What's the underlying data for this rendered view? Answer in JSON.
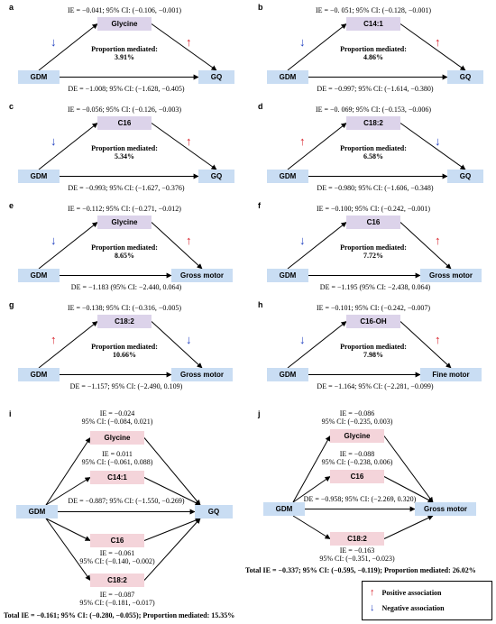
{
  "panels": {
    "a": {
      "letter": "a",
      "ie": "IE = −0.041; 95% CI: (−0.106, −0.001)",
      "mediator": "Glycine",
      "proportion_label": "Proportion mediated:",
      "proportion": "3.91%",
      "exposure": "GDM",
      "outcome": "GQ",
      "de": "DE = −1.008; 95% CI: (−1.628, −0.405)",
      "arrow_left": "↓",
      "arrow_right": "↑"
    },
    "b": {
      "letter": "b",
      "ie": "IE = −0. 051; 95% CI: (−0.128, −0.001)",
      "mediator": "C14:1",
      "proportion_label": "Proportion mediated:",
      "proportion": "4.86%",
      "exposure": "GDM",
      "outcome": "GQ",
      "de": "DE = −0.997; 95% CI: (−1.614, −0.380)",
      "arrow_left": "↓",
      "arrow_right": "↑"
    },
    "c": {
      "letter": "c",
      "ie": "IE = −0.056; 95% CI: (−0.126, −0.003)",
      "mediator": "C16",
      "proportion_label": "Proportion mediated:",
      "proportion": "5.34%",
      "exposure": "GDM",
      "outcome": "GQ",
      "de": "DE = −0.993; 95% CI: (−1.627, −0.376)",
      "arrow_left": "↓",
      "arrow_right": "↑"
    },
    "d": {
      "letter": "d",
      "ie": "IE = −0. 069; 95% CI: (−0.153, −0.006)",
      "mediator": "C18:2",
      "proportion_label": "Proportion mediated:",
      "proportion": "6.58%",
      "exposure": "GDM",
      "outcome": "GQ",
      "de": "DE = −0.980; 95% CI: (−1.606, −0.348)",
      "arrow_left": "↑",
      "arrow_right": "↓"
    },
    "e": {
      "letter": "e",
      "ie": "IE = −0.112; 95% CI: (−0.271, −0.012)",
      "mediator": "Glycine",
      "proportion_label": "Proportion mediated:",
      "proportion": "8.65%",
      "exposure": "GDM",
      "outcome": "Gross motor",
      "de": "DE = −1.183 (95% CI: −2.440, 0.064)",
      "arrow_left": "↓",
      "arrow_right": "↑"
    },
    "f": {
      "letter": "f",
      "ie": "IE = −0.100; 95% CI: (−0.242, −0.001)",
      "mediator": "C16",
      "proportion_label": "Proportion mediated:",
      "proportion": "7.72%",
      "exposure": "GDM",
      "outcome": "Gross motor",
      "de": "DE = −1.195 (95% CI: −2.438, 0.064)",
      "arrow_left": "↓",
      "arrow_right": "↑"
    },
    "g": {
      "letter": "g",
      "ie": "IE = −0.138; 95% CI: (−0.316, −0.005)",
      "mediator": "C18:2",
      "proportion_label": "Proportion mediated:",
      "proportion": "10.66%",
      "exposure": "GDM",
      "outcome": "Gross motor",
      "de": "DE = −1.157; 95% CI: (−2.490, 0.109)",
      "arrow_left": "↑",
      "arrow_right": "↓"
    },
    "h": {
      "letter": "h",
      "ie": "IE = −0.101; 95% CI: (−0.242, −0.007)",
      "mediator": "C16-OH",
      "proportion_label": "Proportion mediated:",
      "proportion": "7.98%",
      "exposure": "GDM",
      "outcome": "Fine motor",
      "de": "DE = −1.164; 95% CI: (−2.281, −0.099)",
      "arrow_left": "↓",
      "arrow_right": "↑"
    }
  },
  "panel_i": {
    "letter": "i",
    "exposure": "GDM",
    "outcome": "GQ",
    "m1": {
      "name": "Glycine",
      "ie1": "IE = −0.024",
      "ie2": "95% CI: (−0.084, 0.021)"
    },
    "m2": {
      "name": "C14:1",
      "ie1": "IE = 0.011",
      "ie2": "95% CI: (−0.061, 0.088)"
    },
    "m3": {
      "name": "C16",
      "ie1": "IE = −0.061",
      "ie2": "95% CI: (−0.140, −0.002)"
    },
    "m4": {
      "name": "C18:2",
      "ie1": "IE = −0.087",
      "ie2": "95% CI: (−0.181, −0.017)"
    },
    "de": "DE = −0.887; 95% CI: (−1.550, −0.269)",
    "total": "Total IE = −0.161; 95% CI: (−0.280, −0.055); Proportion mediated: 15.35%"
  },
  "panel_j": {
    "letter": "j",
    "exposure": "GDM",
    "outcome": "Gross motor",
    "m1": {
      "name": "Glycine",
      "ie1": "IE = −0.086",
      "ie2": "95% CI: (−0.235, 0.003)"
    },
    "m2": {
      "name": "C16",
      "ie1": "IE = −0.088",
      "ie2": "95% CI: (−0.238, 0.006)"
    },
    "m3": {
      "name": "C18:2",
      "ie1": "IE = −0.163",
      "ie2": "95% CI: (−0.351, −0.023)"
    },
    "de": "DE = −0.958; 95% CI: (−2.269, 0.320)",
    "total": "Total IE = −0.337; 95% CI: (−0.595, −0.119); Proportion mediated: 26.02%"
  },
  "legend": {
    "positive_symbol": "↑",
    "positive": "Positive association",
    "negative_symbol": "↓",
    "negative": "Negative association"
  },
  "colors": {
    "exposure_box": "#c9ddf3",
    "mediator_box": "#dcd3ea",
    "mediator_box_multi": "#f4d4da",
    "positive": "#d8202a",
    "negative": "#1f3fbf"
  }
}
